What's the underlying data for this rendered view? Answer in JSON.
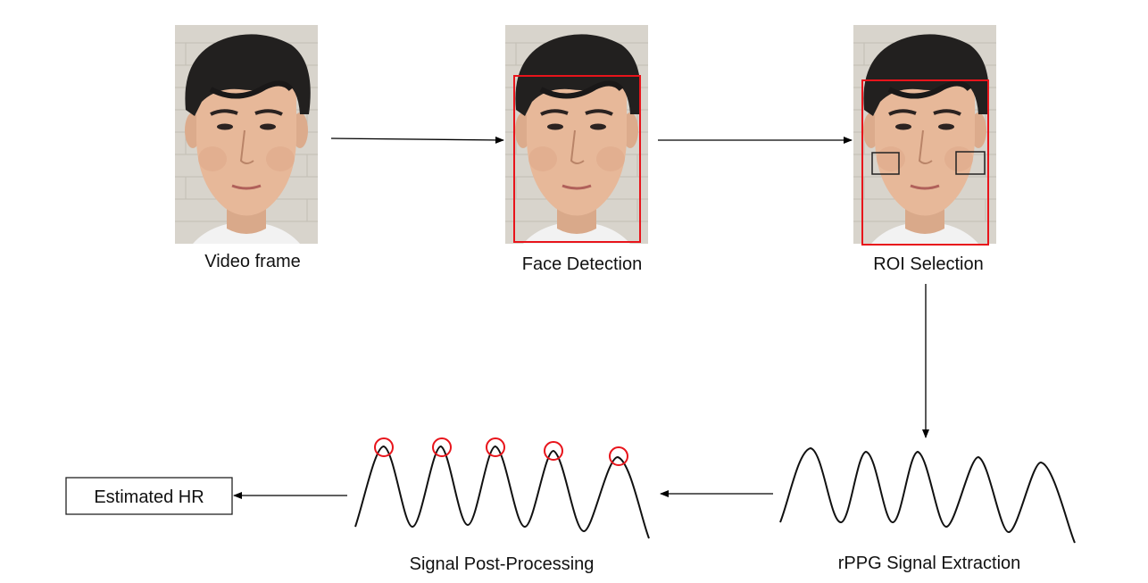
{
  "stages": {
    "video_frame": "Video frame",
    "face_detection": "Face Detection",
    "roi_selection": "ROI Selection",
    "rppg_extraction": "rPPG Signal Extraction",
    "post_processing": "Signal Post-Processing",
    "estimated_hr": "Estimated HR"
  },
  "colors": {
    "face_box": "#e8141b",
    "roi_box": "#222222",
    "peak_marker": "#e8141b",
    "arrow": "#000000",
    "signal": "#111111"
  },
  "photos": {
    "content": "face-photo"
  }
}
